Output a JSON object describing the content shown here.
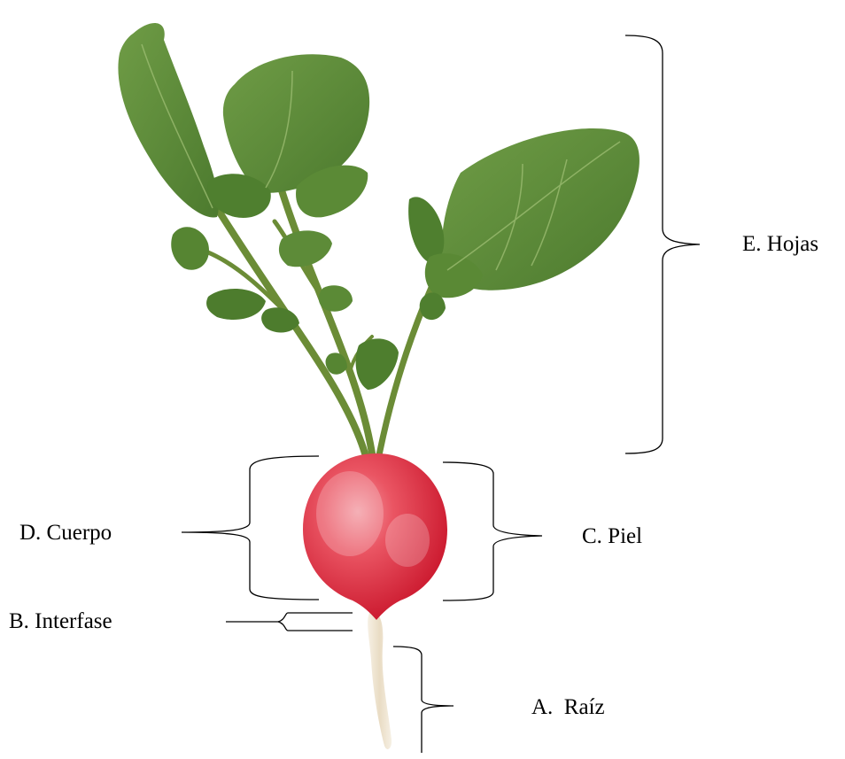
{
  "labels": {
    "hojas": "E. Hojas",
    "cuerpo": "D. Cuerpo",
    "piel": "C. Piel",
    "interfase": "B. Interfase",
    "raiz": "A.  Raíz"
  },
  "colors": {
    "leaf": "#5f8f3c",
    "leaf_dark": "#46722a",
    "stem": "#6e8f3a",
    "bulb": "#e0283a",
    "root": "#efe6d4"
  }
}
